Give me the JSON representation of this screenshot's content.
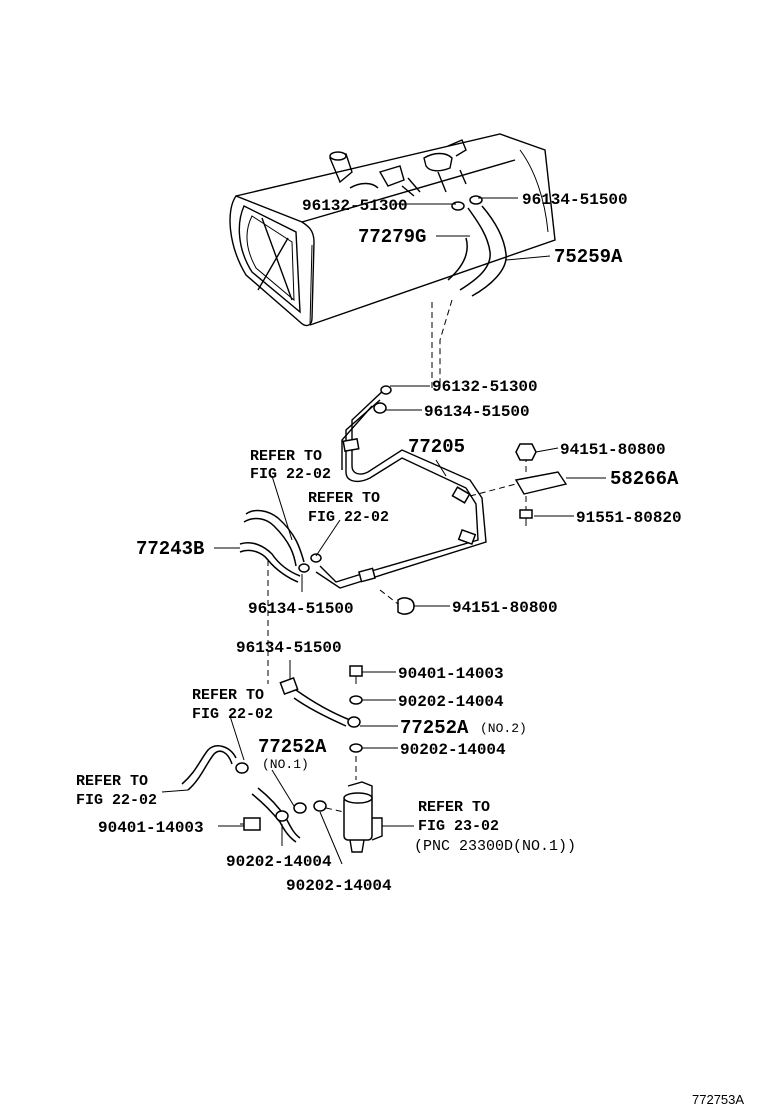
{
  "callouts": {
    "c1": "96132-51300",
    "c2": "96134-51500",
    "c3": "77279G",
    "c4": "75259A",
    "c5": "96132-51300",
    "c6": "96134-51500",
    "c7": "77205",
    "c8": "94151-80800",
    "c9": "58266A",
    "c10": "91551-80820",
    "c11": "77243B",
    "c12": "96134-51500",
    "c13": "94151-80800",
    "c14": "96134-51500",
    "c15": "90401-14003",
    "c16": "90202-14004",
    "c17": "77252A",
    "c17n": "(NO.2)",
    "c18": "90202-14004",
    "c19": "77252A",
    "c19n": "(NO.1)",
    "c20": "90401-14003",
    "c21": "90202-14004",
    "c22": "90202-14004"
  },
  "refs": {
    "r1a": "REFER TO",
    "r1b": "FIG 22-02",
    "r2a": "REFER TO",
    "r2b": "FIG 22-02",
    "r3a": "REFER TO",
    "r3b": "FIG 22-02",
    "r4a": "REFER TO",
    "r4b": "FIG 22-02",
    "r5a": "REFER TO",
    "r5b": "FIG 23-02",
    "r5c": "(PNC 23300D(NO.1))"
  },
  "figure_id": "772753A"
}
